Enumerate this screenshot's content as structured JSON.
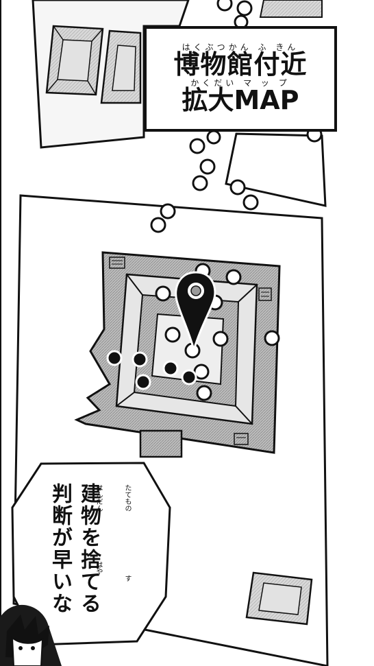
{
  "title": {
    "ruby_top": "はくぶつかん ふ きん",
    "line1": "博物館付近",
    "ruby_mid": "かくだい マ ッ プ",
    "line2": "拡大MAP"
  },
  "speech": {
    "columns": [
      "建物を捨てる",
      "判断が早いな"
    ],
    "furigana": {
      "tatemono": "たてもの",
      "su": "す",
      "handan": "はんだん",
      "haya": "はや"
    }
  },
  "map": {
    "marker_icon": "location-pin-icon",
    "legend_note": ""
  },
  "colors": {
    "ink": "#111111",
    "paper": "#ffffff",
    "screentone": "#c9c9c9",
    "road": "#f4f4f4"
  }
}
